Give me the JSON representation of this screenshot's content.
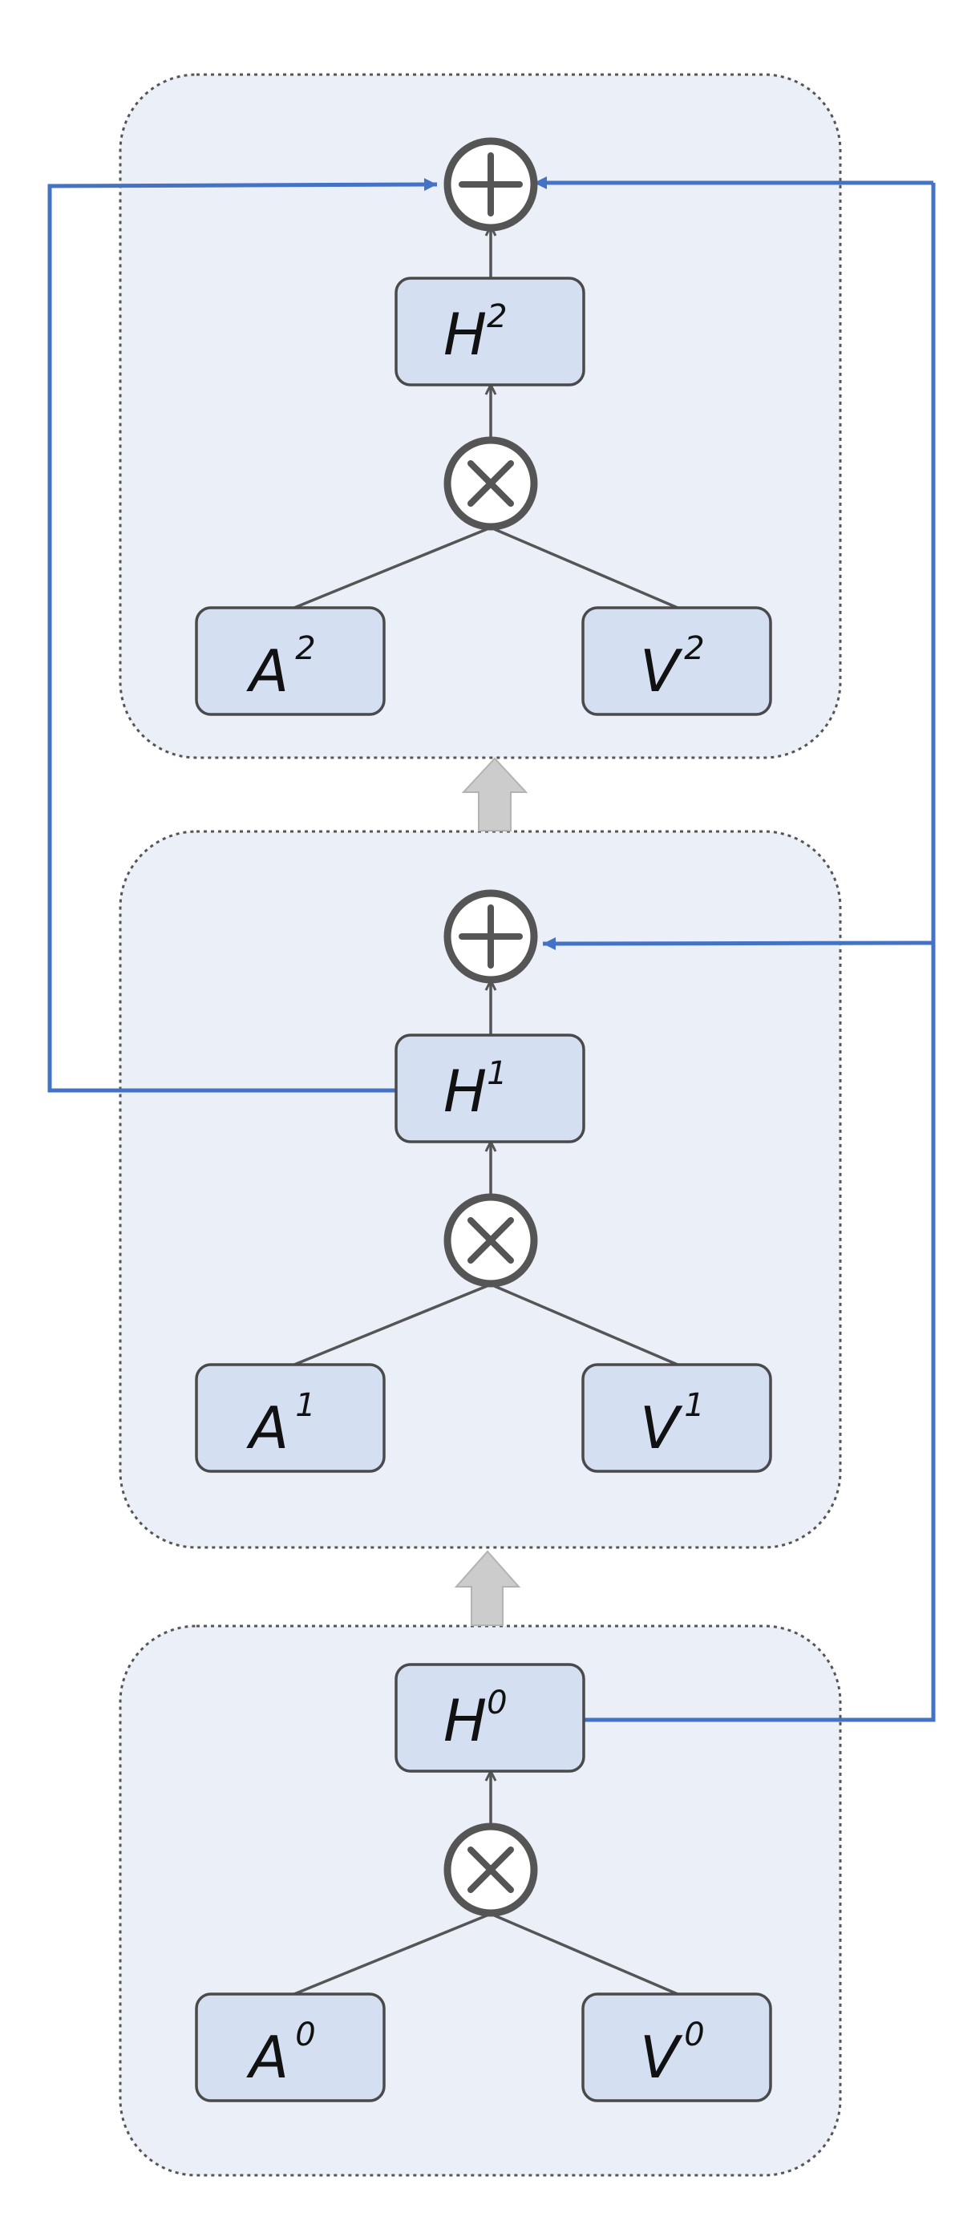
{
  "diagram": {
    "colors": {
      "container_fill": "#eaeff8",
      "node_fill": "#d5dff2",
      "node_stroke": "#4a4a4a",
      "operator_stroke": "#555555",
      "skip_connection": "#4472c4",
      "layer_arrow": "#cccccc"
    },
    "layers": [
      {
        "attention": {
          "base": "A",
          "sup": "2"
        },
        "value": {
          "base": "V",
          "sup": "2"
        },
        "hidden": {
          "base": "H",
          "sup": "2"
        },
        "multiply_icon": "circled-times-icon",
        "add_icon": "circled-plus-icon"
      },
      {
        "attention": {
          "base": "A",
          "sup": "1"
        },
        "value": {
          "base": "V",
          "sup": "1"
        },
        "hidden": {
          "base": "H",
          "sup": "1"
        },
        "multiply_icon": "circled-times-icon",
        "add_icon": "circled-plus-icon"
      },
      {
        "attention": {
          "base": "A",
          "sup": "0"
        },
        "value": {
          "base": "V",
          "sup": "0"
        },
        "hidden": {
          "base": "H",
          "sup": "0"
        },
        "multiply_icon": "circled-times-icon"
      }
    ]
  }
}
